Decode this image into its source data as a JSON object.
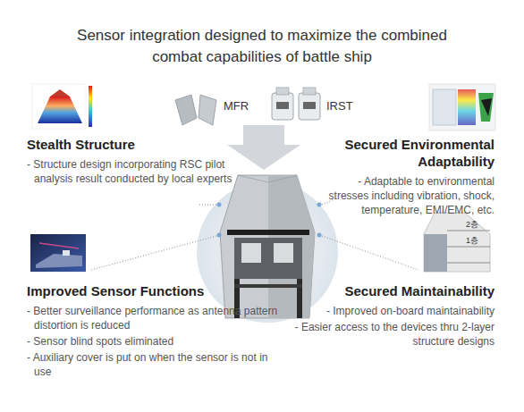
{
  "diagram": {
    "title": "Sensor integration designed to maximize the combined combat capabilities of battle ship",
    "labels": [
      "MFR",
      "IRST",
      "Stealth Structure",
      "- Structure design incorporating RSC pilot analysis result conducted by local experts",
      "Secured Environmental Adaptability",
      "- Adaptable to environmental stresses including vibration, shock, temperature, EMI/EMC, etc.",
      "2층",
      "1층",
      "Improved Sensor Functions",
      "- Better surveillance performance as antenna pattern distortion is reduced",
      "- Sensor blind spots eliminated",
      "- Auxiliary cover is put on when the sensor is not in use",
      "Secured Maintainability",
      "- Improved on-board maintainability",
      "- Easier access to the devices thru 2-layer structure designs"
    ]
  }
}
